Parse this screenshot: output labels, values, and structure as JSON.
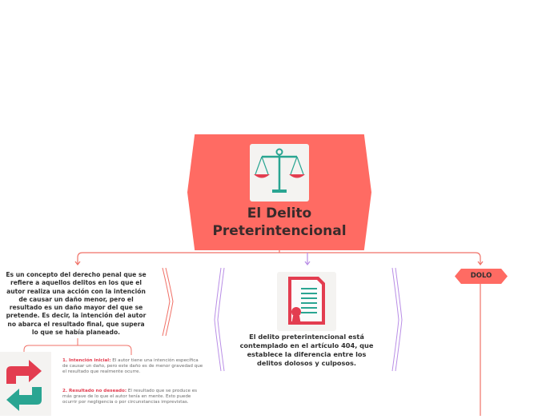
{
  "colors": {
    "central": "#ff6b63",
    "connector_red": "#f07167",
    "connector_purple": "#b98ee6",
    "icon_teal": "#2aa592",
    "icon_red": "#e33d50"
  },
  "central": {
    "title": "El Delito Preterintencional",
    "icon": "scales-icon"
  },
  "left_topic": {
    "text": "Es un concepto del derecho penal que se refiere a aquellos delitos en los que el autor realiza una acción con la intención de causar un daño menor, pero el resultado es un daño mayor del que se pretende. Es decir, la intención del autor no abarca el resultado final, que supera lo que se había planeado.",
    "icon": "exchange-arrows-icon",
    "details": [
      {
        "label": "1. Intención inicial:",
        "text": "El autor tiene una intención específica de causar un daño, pero este daño es de menor gravedad que el resultado que realmente ocurre."
      },
      {
        "label": "2. Resultado no deseado:",
        "text": "El resultado que se produce es más grave de lo que el autor tenía en mente. Esto puede ocurrir por negligencia o por circunstancias imprevistas."
      }
    ]
  },
  "middle_topic": {
    "icon": "document-certificate-icon",
    "text": "El delito preterintencional está contemplado en el artículo 404, que establece la diferencia entre los delitos dolosos y culposos."
  },
  "right_topic": {
    "label": "DOLO"
  }
}
